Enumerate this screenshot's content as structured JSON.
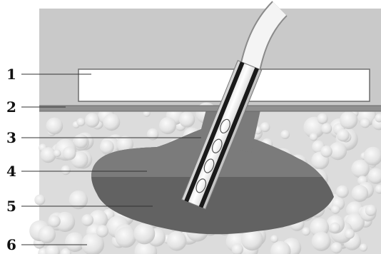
{
  "labels": [
    {
      "number": "1"
    },
    {
      "number": "2"
    },
    {
      "number": "3"
    },
    {
      "number": "4"
    },
    {
      "number": "5"
    },
    {
      "number": "6"
    }
  ],
  "colors": {
    "background_region": "#c9c9c9",
    "film": "#ffffff",
    "film_border": "#6e6e6e",
    "sealing_layer": "#8f8f8f",
    "foam_base": "#dcdcdc",
    "cavity_upper": "#7b7b7b",
    "cavity_lower": "#626262",
    "tube": "#f2f2f2",
    "tube_stripe": "#1a1a1a"
  }
}
